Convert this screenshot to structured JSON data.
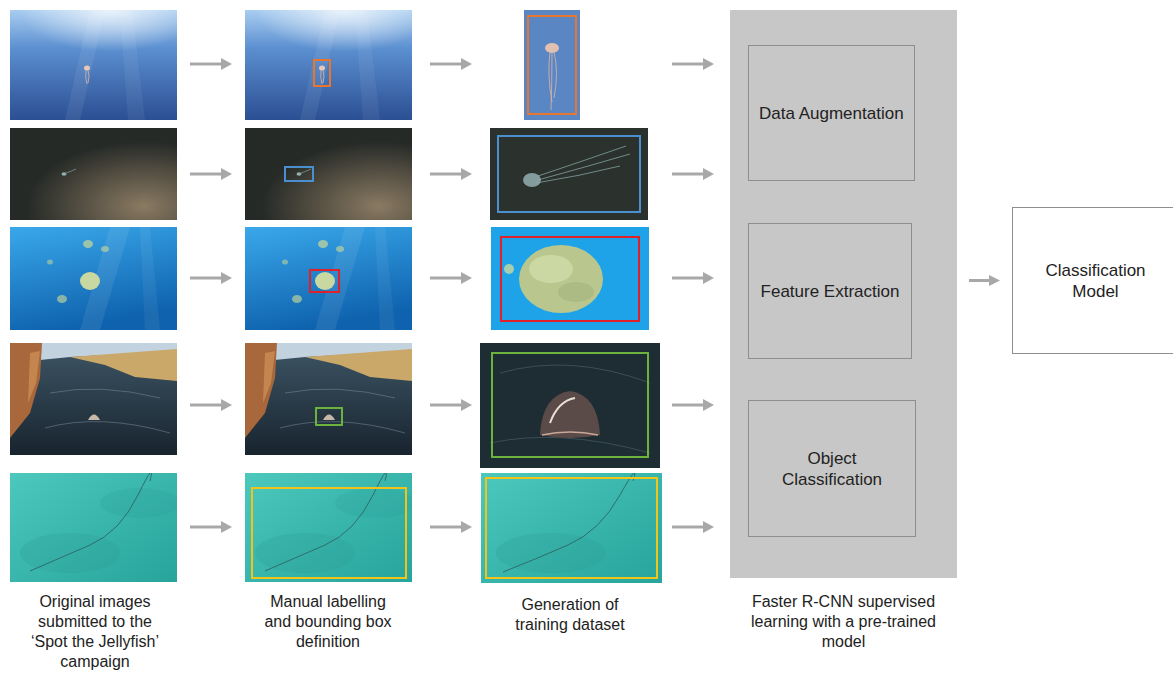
{
  "diagram": {
    "nodes": [
      {
        "text": [
          "Faster R-CNN supervised learning with a pre-trained model"
        ]
      },
      {
        "text": [
          "Data Augmentation"
        ],
        "in": 0
      },
      {
        "text": [
          "Feature Extraction"
        ],
        "in": 0
      },
      {
        "text": [
          "Object Classification"
        ],
        "in": 0
      },
      {
        "text": [
          "Classification Model"
        ]
      }
    ],
    "edges": [
      {
        "from": 1,
        "to": 2,
        "arrow": "to"
      },
      {
        "from": 2,
        "to": 3,
        "arrow": "to"
      },
      {
        "from": 0,
        "to": 4,
        "arrow": "to"
      }
    ],
    "labels": [
      "Original images submitted to the ‘Spot the Jellyfish’ campaign",
      "Manual labelling and bounding box definition",
      "Generation of training dataset"
    ]
  }
}
